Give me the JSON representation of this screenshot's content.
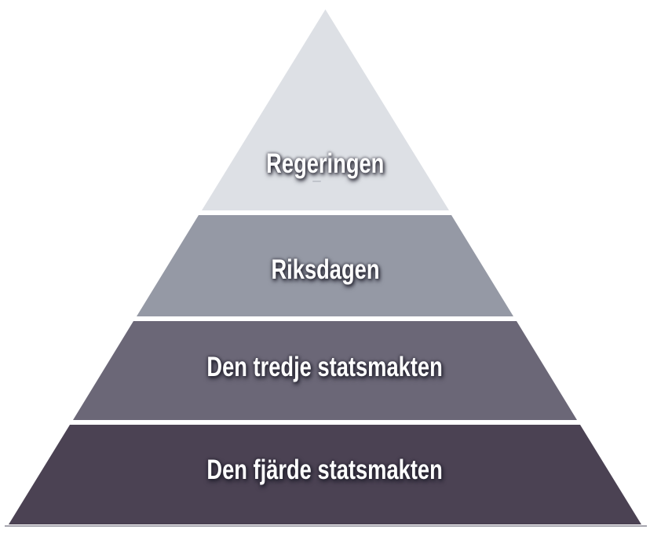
{
  "diagram": {
    "type": "pyramid",
    "orientation": "apex-top",
    "background_color": "#ffffff",
    "text_color": "#ffffff",
    "baseline_color": "#a6a5ae",
    "artifact_dash_color": "#b9bdc4",
    "levels": [
      {
        "rank": 1,
        "label": "Regeringen",
        "color": "#dde0e5"
      },
      {
        "rank": 2,
        "label": "Riksdagen",
        "color": "#9599a5"
      },
      {
        "rank": 3,
        "label": "Den tredje statsmakten",
        "color": "#6b6777"
      },
      {
        "rank": 4,
        "label": "Den fjärde statsmakten",
        "color": "#4b4253"
      }
    ]
  }
}
